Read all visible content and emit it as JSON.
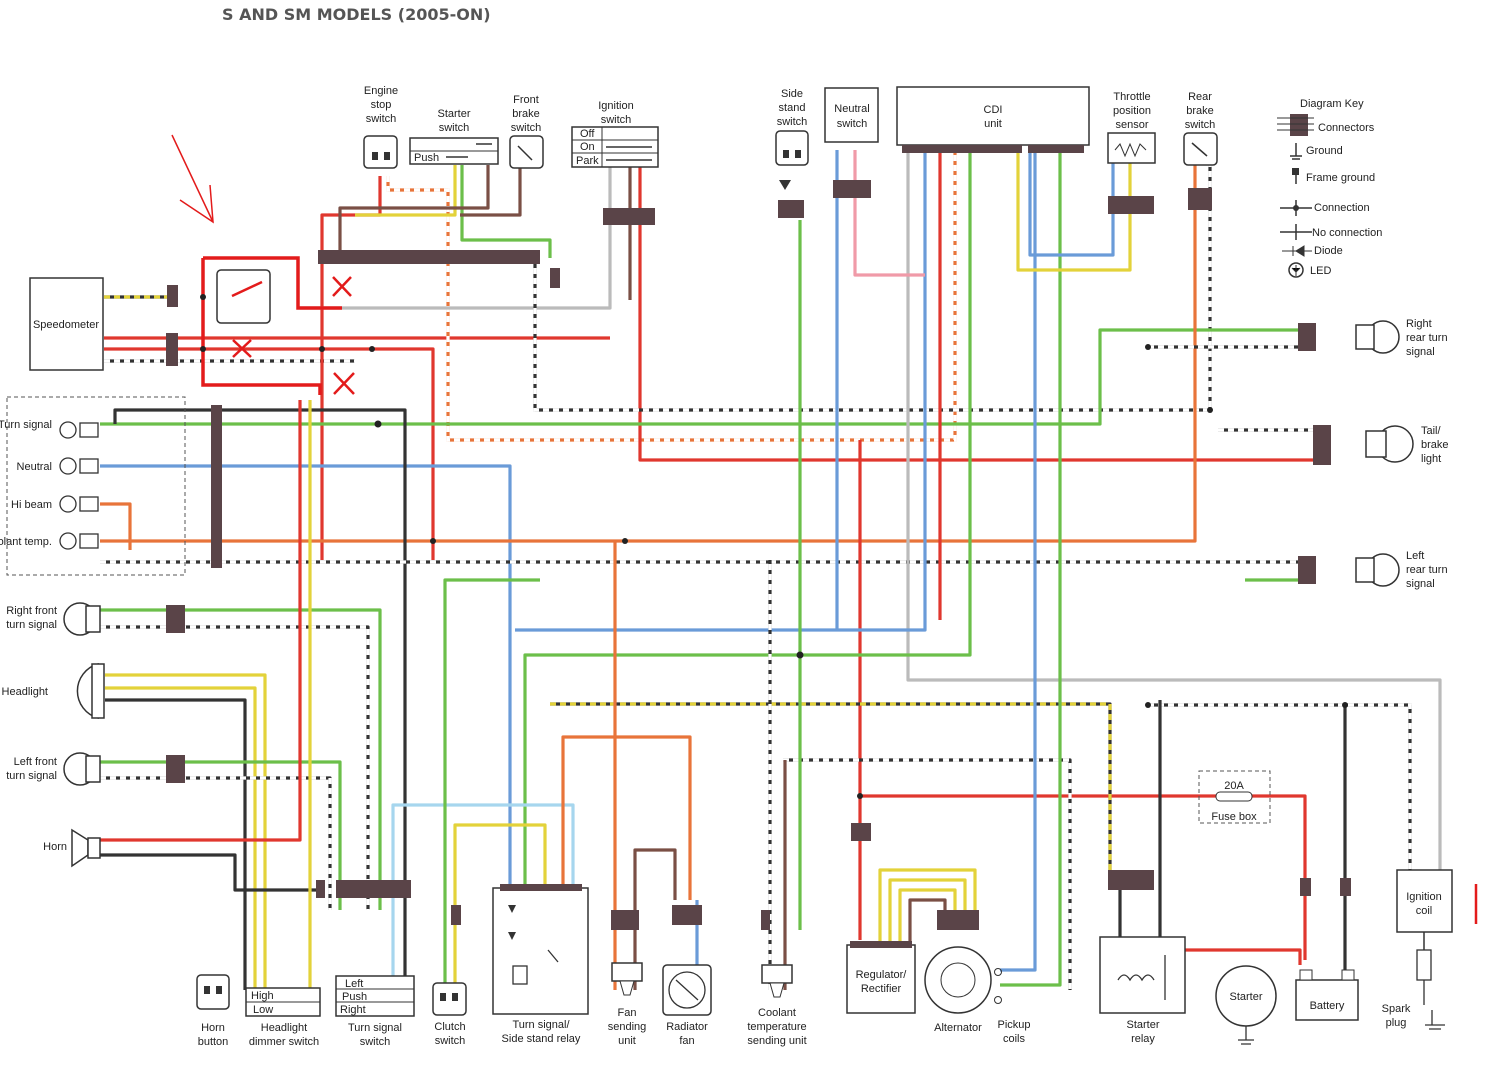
{
  "title": "S AND SM MODELS (2005-ON)",
  "components": {
    "speedometer": "Speedometer",
    "engine_stop": [
      "Engine",
      "stop",
      "switch"
    ],
    "starter_switch": [
      "Starter",
      "switch"
    ],
    "starter_push": "Push",
    "front_brake": [
      "Front",
      "brake",
      "switch"
    ],
    "ignition_switch": [
      "Ignition",
      "switch"
    ],
    "ignition_positions": [
      "Off",
      "On",
      "Park"
    ],
    "side_stand": [
      "Side",
      "stand",
      "switch"
    ],
    "neutral_switch": [
      "Neutral",
      "switch"
    ],
    "cdi": [
      "CDI",
      "unit"
    ],
    "throttle": [
      "Throttle",
      "position",
      "sensor"
    ],
    "rear_brake": [
      "Rear",
      "brake",
      "switch"
    ],
    "indicators": [
      "Turn signal",
      "Neutral",
      "Hi beam",
      "Engine coolant temp."
    ],
    "right_front": [
      "Right front",
      "turn signal"
    ],
    "headlight": "Headlight",
    "left_front": [
      "Left front",
      "turn signal"
    ],
    "horn": "Horn",
    "right_rear": [
      "Right",
      "rear turn",
      "signal"
    ],
    "tail": [
      "Tail/",
      "brake",
      "light"
    ],
    "left_rear": [
      "Left",
      "rear turn",
      "signal"
    ],
    "horn_button": [
      "Horn",
      "button"
    ],
    "dimmer": [
      "Headlight",
      "dimmer switch"
    ],
    "dimmer_positions": [
      "High",
      "Low"
    ],
    "turn_switch": [
      "Turn signal",
      "switch"
    ],
    "turn_positions": [
      "Left",
      "Push",
      "Right"
    ],
    "clutch": [
      "Clutch",
      "switch"
    ],
    "relay": [
      "Turn signal/",
      "Side stand relay"
    ],
    "fan_sending": [
      "Fan",
      "sending",
      "unit"
    ],
    "radiator_fan": [
      "Radiator",
      "fan"
    ],
    "coolant": [
      "Coolant",
      "temperature",
      "sending unit"
    ],
    "regulator": [
      "Regulator/",
      "Rectifier"
    ],
    "alternator": "Alternator",
    "pickup": [
      "Pickup",
      "coils"
    ],
    "starter_relay": [
      "Starter",
      "relay"
    ],
    "starter": "Starter",
    "battery": "Battery",
    "fuse": [
      "20A",
      "Fuse box"
    ],
    "ignition_coil": [
      "Ignition",
      "coil"
    ],
    "spark_plug": [
      "Spark",
      "plug"
    ]
  },
  "key": {
    "title": "Diagram Key",
    "items": [
      "Connectors",
      "Ground",
      "Frame ground",
      "Connection",
      "No connection",
      "Diode",
      "LED"
    ]
  },
  "colors": {
    "red": "#e0372e",
    "orange": "#e8743a",
    "green": "#6cbf4a",
    "blue": "#6a9bd8",
    "yellow": "#e3d23a",
    "brown": "#7a4f45",
    "black": "#333333",
    "white": "#bbbbbb",
    "pink": "#f09aa8",
    "lightblue": "#a6d6ee",
    "annotation": "#e31b1b"
  }
}
